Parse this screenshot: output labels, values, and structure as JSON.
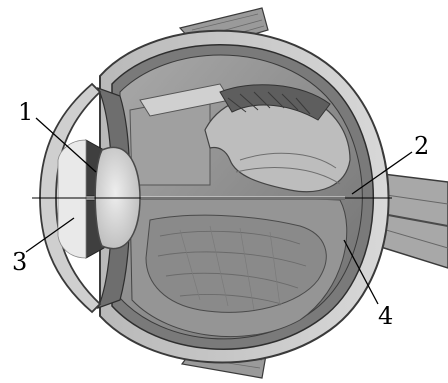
{
  "labels": {
    "one": "1",
    "two": "2",
    "three": "3",
    "four": "4"
  },
  "colors": {
    "sclera": "#c7c7c7",
    "outline": "#3a3a3a",
    "vitreous": "#8d8d8d",
    "lens": "#d9d9d9",
    "leader": "#000000"
  }
}
